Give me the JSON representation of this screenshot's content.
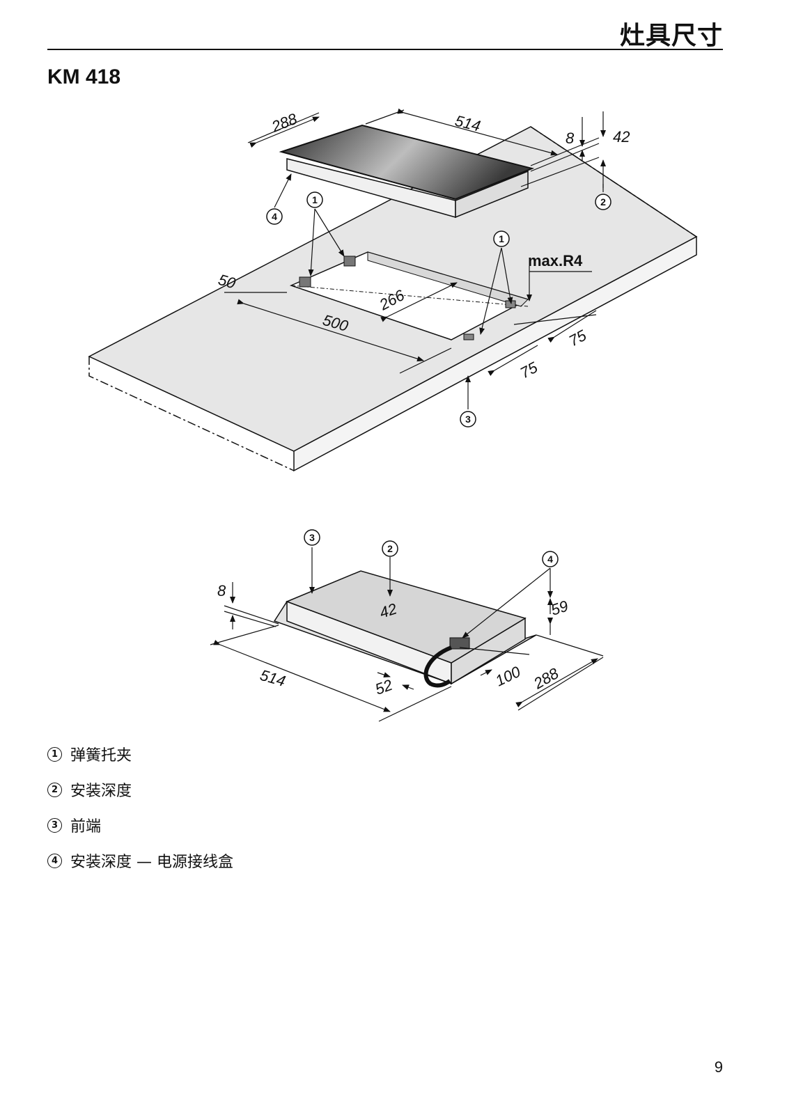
{
  "header": {
    "title": "灶具尺寸"
  },
  "model": "KM 418",
  "diagram_top": {
    "dimensions": {
      "hob_depth": "288",
      "hob_width": "514",
      "top_thickness": "8",
      "total_height": "42",
      "cutout_depth": "266",
      "cutout_width": "500",
      "front_offset": "50",
      "side_clearance_a": "75",
      "side_clearance_b": "75"
    },
    "radius_label": "max.R4",
    "callouts": [
      "1",
      "1",
      "2",
      "3",
      "4"
    ]
  },
  "diagram_bottom": {
    "dimensions": {
      "width": "514",
      "depth": "288",
      "top_thickness": "8",
      "body_depth": "42",
      "box_height": "59",
      "box_offset": "100",
      "cable_offset": "52"
    },
    "callouts": [
      "2",
      "3",
      "4"
    ]
  },
  "legend": [
    {
      "num": "1",
      "text": "弹簧托夹"
    },
    {
      "num": "2",
      "text": "安装深度"
    },
    {
      "num": "3",
      "text": "前端"
    },
    {
      "num": "4",
      "text": "安装深度 — 电源接线盒"
    }
  ],
  "page_number": "9"
}
